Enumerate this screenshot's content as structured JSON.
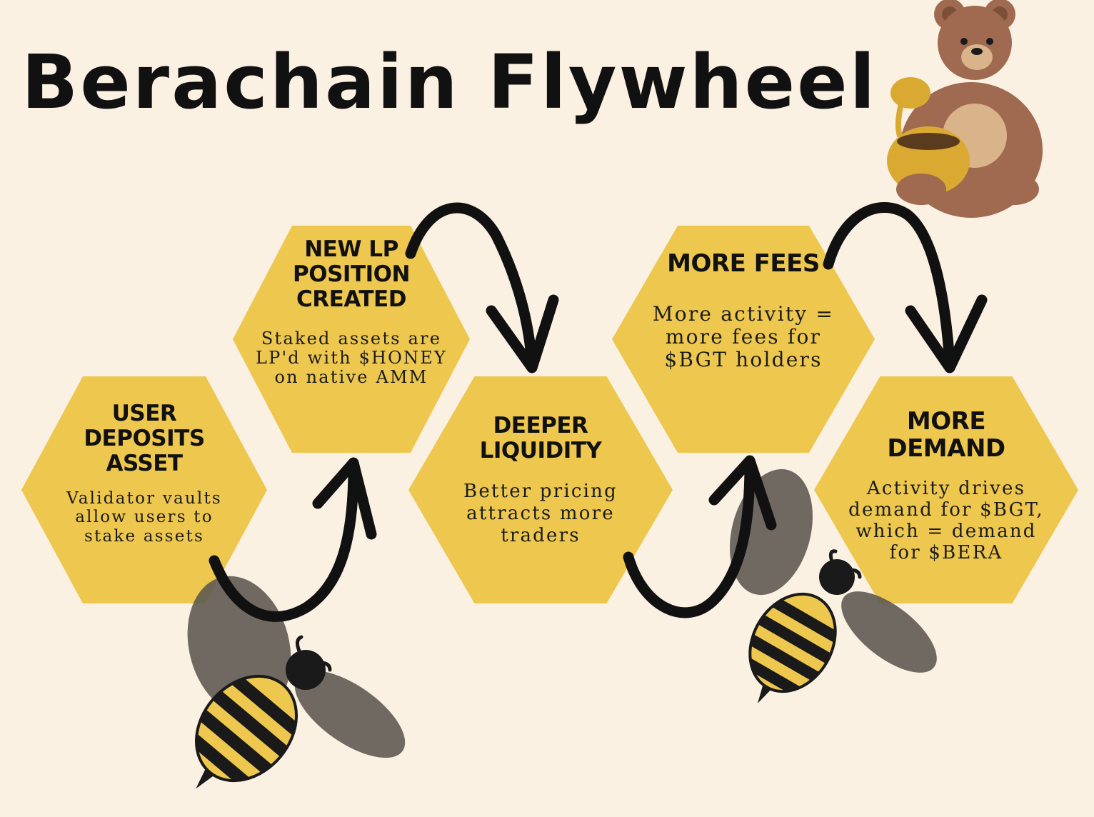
{
  "title": "Berachain Flywheel",
  "colors": {
    "background": "#fbf1e3",
    "hexagon": "#edc74e",
    "text": "#111111",
    "bee_yellow": "#edc74e",
    "bee_stripe": "#1a1a1a",
    "bee_wing": "#5f5a52",
    "bear": "#a06a50",
    "honey_pot": "#d9a932"
  },
  "steps": [
    {
      "title_lines": [
        "USER",
        "DEPOSITS",
        "ASSET"
      ],
      "body_lines": [
        "Validator vaults",
        "allow users to",
        "stake assets"
      ]
    },
    {
      "title_lines": [
        "NEW LP",
        "POSITION",
        "CREATED"
      ],
      "body_lines": [
        "Staked assets are",
        "LP'd with $HONEY",
        "on native AMM"
      ]
    },
    {
      "title_lines": [
        "DEEPER",
        "LIQUIDITY"
      ],
      "body_lines": [
        "Better pricing",
        "attracts more",
        "traders"
      ]
    },
    {
      "title_lines": [
        "MORE FEES"
      ],
      "body_lines": [
        "More activity =",
        "more fees for",
        "$BGT holders"
      ]
    },
    {
      "title_lines": [
        "MORE",
        "DEMAND"
      ],
      "body_lines": [
        "Activity drives",
        "demand for $BGT,",
        "which = demand",
        "for $BERA"
      ]
    }
  ],
  "illustrations": {
    "mascot": "bear-holding-honey-pot",
    "bees": [
      "bee-left",
      "bee-right"
    ],
    "arrows": [
      "arrow-step1-to-step2",
      "arrow-step2-to-step3",
      "arrow-step3-to-step4",
      "arrow-step4-to-step5"
    ]
  }
}
